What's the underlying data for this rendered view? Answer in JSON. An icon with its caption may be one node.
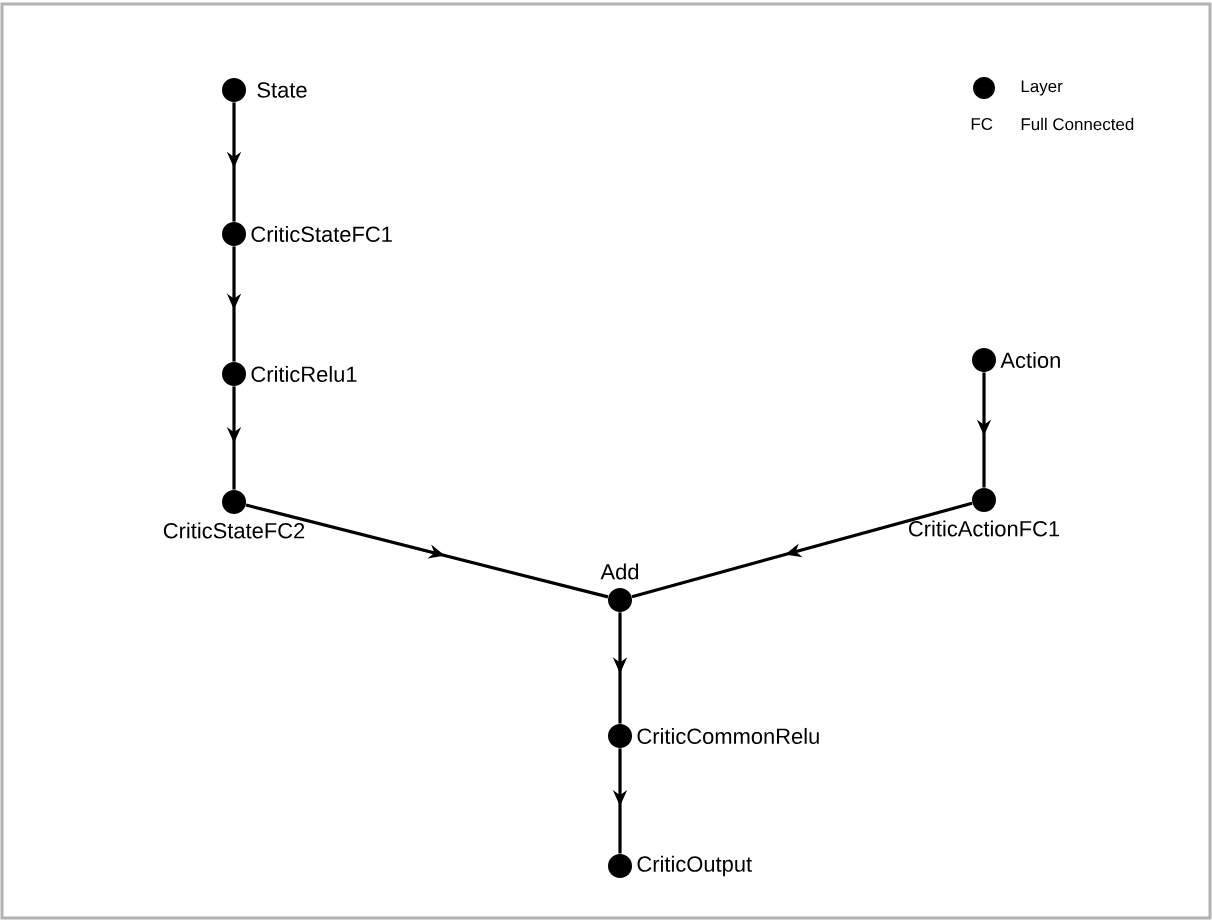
{
  "diagram": {
    "nodes": [
      {
        "text": [],
        "shape": "circle",
        "beside": [
          "State"
        ]
      },
      {
        "text": [],
        "shape": "circle",
        "beside": [
          "CriticStateFC1"
        ]
      },
      {
        "text": [],
        "shape": "circle",
        "beside": [
          "CriticRelu1"
        ]
      },
      {
        "text": [],
        "shape": "circle",
        "beside": [
          "CriticStateFC2"
        ]
      },
      {
        "text": [],
        "shape": "circle",
        "beside": [
          "Action"
        ]
      },
      {
        "text": [],
        "shape": "circle",
        "beside": [
          "CriticActionFC1"
        ]
      },
      {
        "text": [],
        "shape": "circle",
        "beside": [
          "Add"
        ]
      },
      {
        "text": [],
        "shape": "circle",
        "beside": [
          "CriticCommonRelu"
        ]
      },
      {
        "text": [],
        "shape": "circle",
        "beside": [
          "CriticOutput"
        ]
      }
    ],
    "edges": [
      {
        "from": 0,
        "to": 1,
        "arrow": "to"
      },
      {
        "from": 1,
        "to": 2,
        "arrow": "to"
      },
      {
        "from": 2,
        "to": 3,
        "arrow": "to"
      },
      {
        "from": 3,
        "to": 6,
        "arrow": "to"
      },
      {
        "from": 4,
        "to": 5,
        "arrow": "to"
      },
      {
        "from": 5,
        "to": 6,
        "arrow": "to"
      },
      {
        "from": 6,
        "to": 7,
        "arrow": "to"
      },
      {
        "from": 7,
        "to": 8,
        "arrow": "to"
      }
    ],
    "labels": [
      "FC",
      "Full Connected"
    ],
    "legend": [
      {
        "text": "Layer"
      }
    ]
  }
}
